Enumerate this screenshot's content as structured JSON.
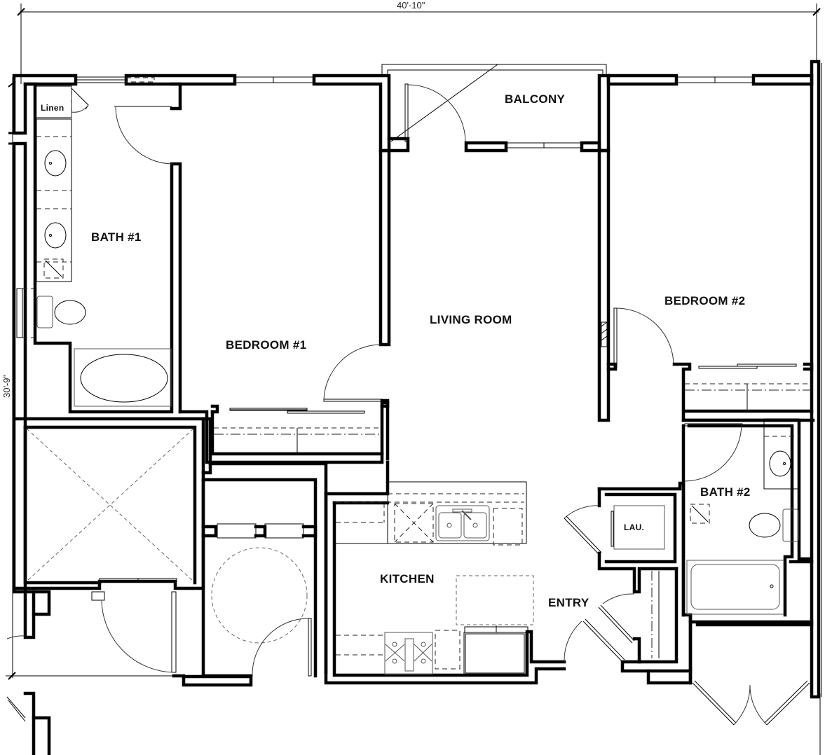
{
  "plan": {
    "type": "2-bedroom apartment floor plan",
    "dimensions": {
      "width": "40'-10\"",
      "depth": "30'-9\""
    },
    "rooms": {
      "linen": "Linen",
      "bath1": "BATH #1",
      "bedroom1": "BEDROOM #1",
      "balcony": "BALCONY",
      "living_room": "LIVING ROOM",
      "bedroom2": "BEDROOM #2",
      "bath2": "BATH #2",
      "laundry": "LAU.",
      "kitchen": "KITCHEN",
      "entry": "ENTRY"
    },
    "colors": {
      "line": "#000000",
      "background": "#ffffff"
    }
  }
}
